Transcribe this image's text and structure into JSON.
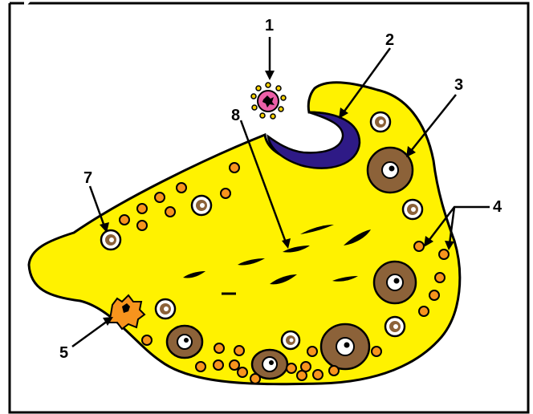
{
  "labels": {
    "l1": "1",
    "l2": "2",
    "l3": "3",
    "l4": "4",
    "l5": "5",
    "l7": "7",
    "l8": "8"
  },
  "colors": {
    "ovary_fill": "#fff200",
    "follicle_brown": "#8c6239",
    "follicle_orange": "#f7941d",
    "corpus_luteum": "#2e1a86",
    "oocyte_pink": "#ec5fa8",
    "outline": "#000000"
  }
}
